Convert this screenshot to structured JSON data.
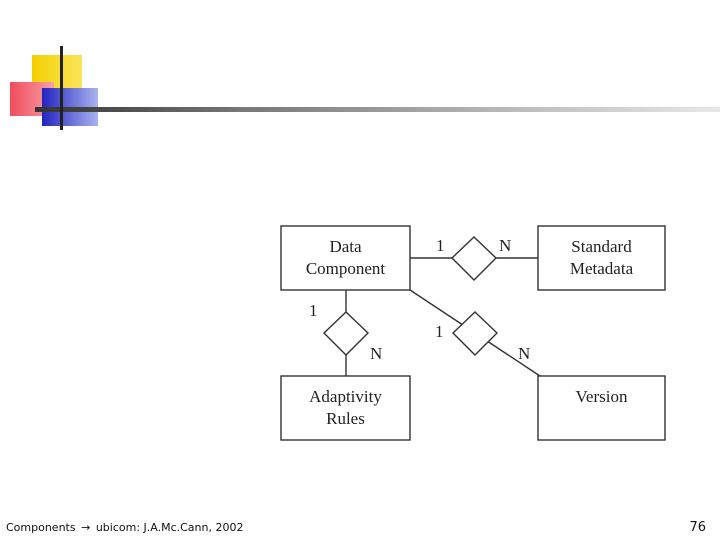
{
  "diagram": {
    "entities": [
      {
        "id": "data-component",
        "lines": [
          "Data",
          "Component"
        ]
      },
      {
        "id": "standard-metadata",
        "lines": [
          "Standard",
          "Metadata"
        ]
      },
      {
        "id": "adaptivity-rules",
        "lines": [
          "Adaptivity",
          "Rules"
        ]
      },
      {
        "id": "version",
        "lines": [
          "Version"
        ]
      }
    ],
    "cardinalities": {
      "dc_sm_one": "1",
      "dc_sm_many": "N",
      "dc_ar_one": "1",
      "dc_ar_many": "N",
      "dc_v_one": "1",
      "dc_v_many": "N"
    }
  },
  "footer": {
    "text_left": "Components",
    "arrow": "→",
    "text_right": "ubicom: J.A.Mc.Cann, 2002",
    "page_number": "76"
  }
}
